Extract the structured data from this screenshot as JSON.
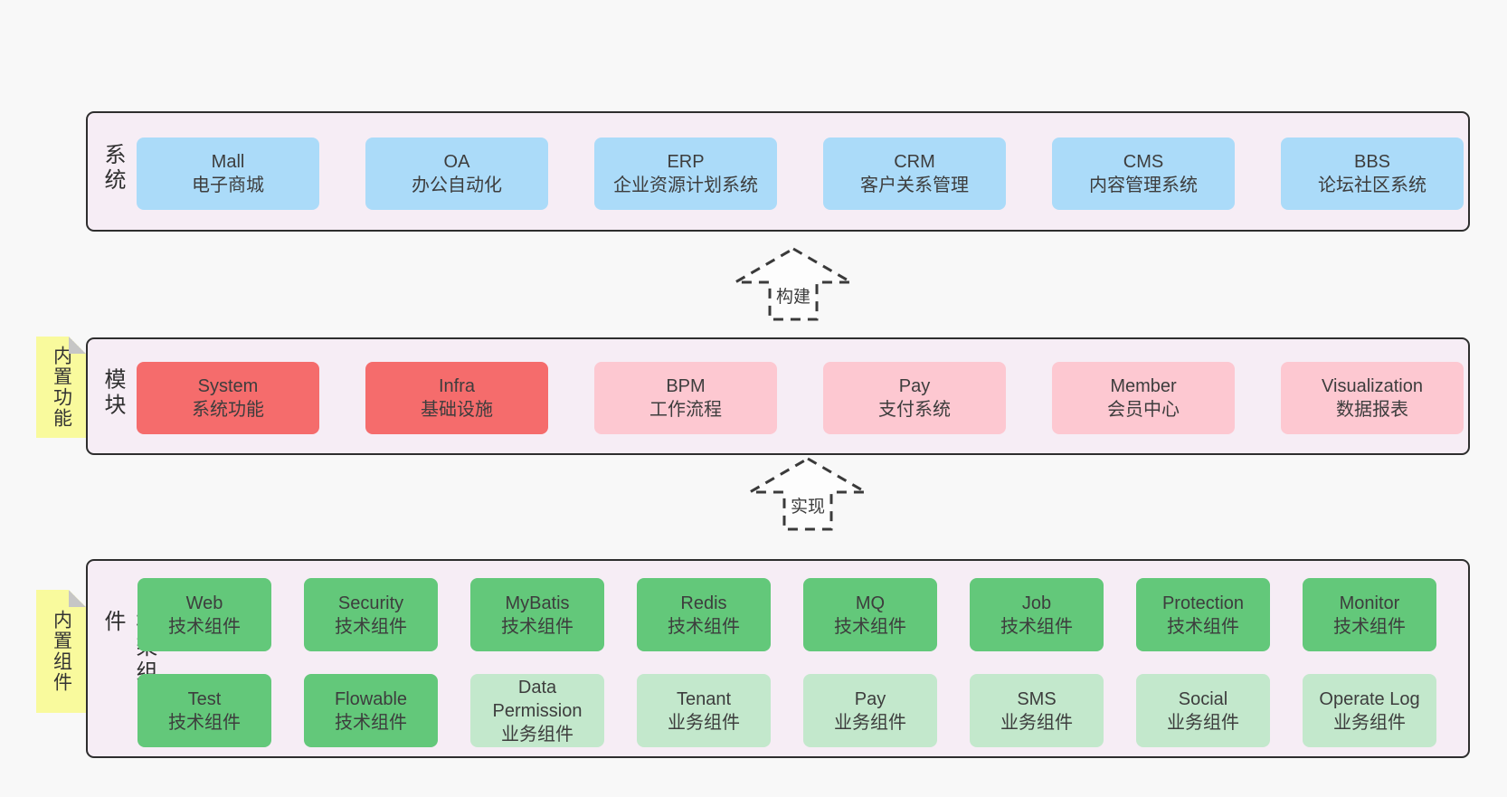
{
  "colors": {
    "blue": "#abdbf9",
    "red": "#f56c6c",
    "pink": "#fdc8d1",
    "green_dark": "#63c87a",
    "green_light": "#c3e8cc",
    "layer_bg": "#f6edf5",
    "layer_border": "#2e2e2e",
    "sticky_yellow": "#f9fa9d",
    "page_bg": "#f8f8f8"
  },
  "layers": [
    {
      "label": "业务系统",
      "boxes": [
        {
          "title": "Mall",
          "subtitle": "电子商城",
          "color": "blue"
        },
        {
          "title": "OA",
          "subtitle": "办公自动化",
          "color": "blue"
        },
        {
          "title": "ERP",
          "subtitle": "企业资源计划系统",
          "color": "blue"
        },
        {
          "title": "CRM",
          "subtitle": "客户关系管理",
          "color": "blue"
        },
        {
          "title": "CMS",
          "subtitle": "内容管理系统",
          "color": "blue"
        },
        {
          "title": "BBS",
          "subtitle": "论坛社区系统",
          "color": "blue"
        }
      ]
    },
    {
      "label": "通用模块",
      "sticky": "内置功能",
      "boxes": [
        {
          "title": "System",
          "subtitle": "系统功能",
          "color": "red"
        },
        {
          "title": "Infra",
          "subtitle": "基础设施",
          "color": "red"
        },
        {
          "title": "BPM",
          "subtitle": "工作流程",
          "color": "pink"
        },
        {
          "title": "Pay",
          "subtitle": "支付系统",
          "color": "pink"
        },
        {
          "title": "Member",
          "subtitle": "会员中心",
          "color": "pink"
        },
        {
          "title": "Visualization",
          "subtitle": "数据报表",
          "color": "pink"
        }
      ]
    },
    {
      "label": "框架组件",
      "sticky": "内置组件",
      "rows": [
        [
          {
            "title": "Web",
            "subtitle": "技术组件",
            "color": "green_dark"
          },
          {
            "title": "Security",
            "subtitle": "技术组件",
            "color": "green_dark"
          },
          {
            "title": "MyBatis",
            "subtitle": "技术组件",
            "color": "green_dark"
          },
          {
            "title": "Redis",
            "subtitle": "技术组件",
            "color": "green_dark"
          },
          {
            "title": "MQ",
            "subtitle": "技术组件",
            "color": "green_dark"
          },
          {
            "title": "Job",
            "subtitle": "技术组件",
            "color": "green_dark"
          },
          {
            "title": "Protection",
            "subtitle": "技术组件",
            "color": "green_dark"
          },
          {
            "title": "Monitor",
            "subtitle": "技术组件",
            "color": "green_dark"
          }
        ],
        [
          {
            "title": "Test",
            "subtitle": "技术组件",
            "color": "green_dark"
          },
          {
            "title": "Flowable",
            "subtitle": "技术组件",
            "color": "green_dark"
          },
          {
            "title": "Data Permission",
            "subtitle": "业务组件",
            "color": "green_light"
          },
          {
            "title": "Tenant",
            "subtitle": "业务组件",
            "color": "green_light"
          },
          {
            "title": "Pay",
            "subtitle": "业务组件",
            "color": "green_light"
          },
          {
            "title": "SMS",
            "subtitle": "业务组件",
            "color": "green_light"
          },
          {
            "title": "Social",
            "subtitle": "业务组件",
            "color": "green_light"
          },
          {
            "title": "Operate Log",
            "subtitle": "业务组件",
            "color": "green_light"
          }
        ]
      ]
    }
  ],
  "arrows": [
    {
      "label": "构建"
    },
    {
      "label": "实现"
    }
  ]
}
